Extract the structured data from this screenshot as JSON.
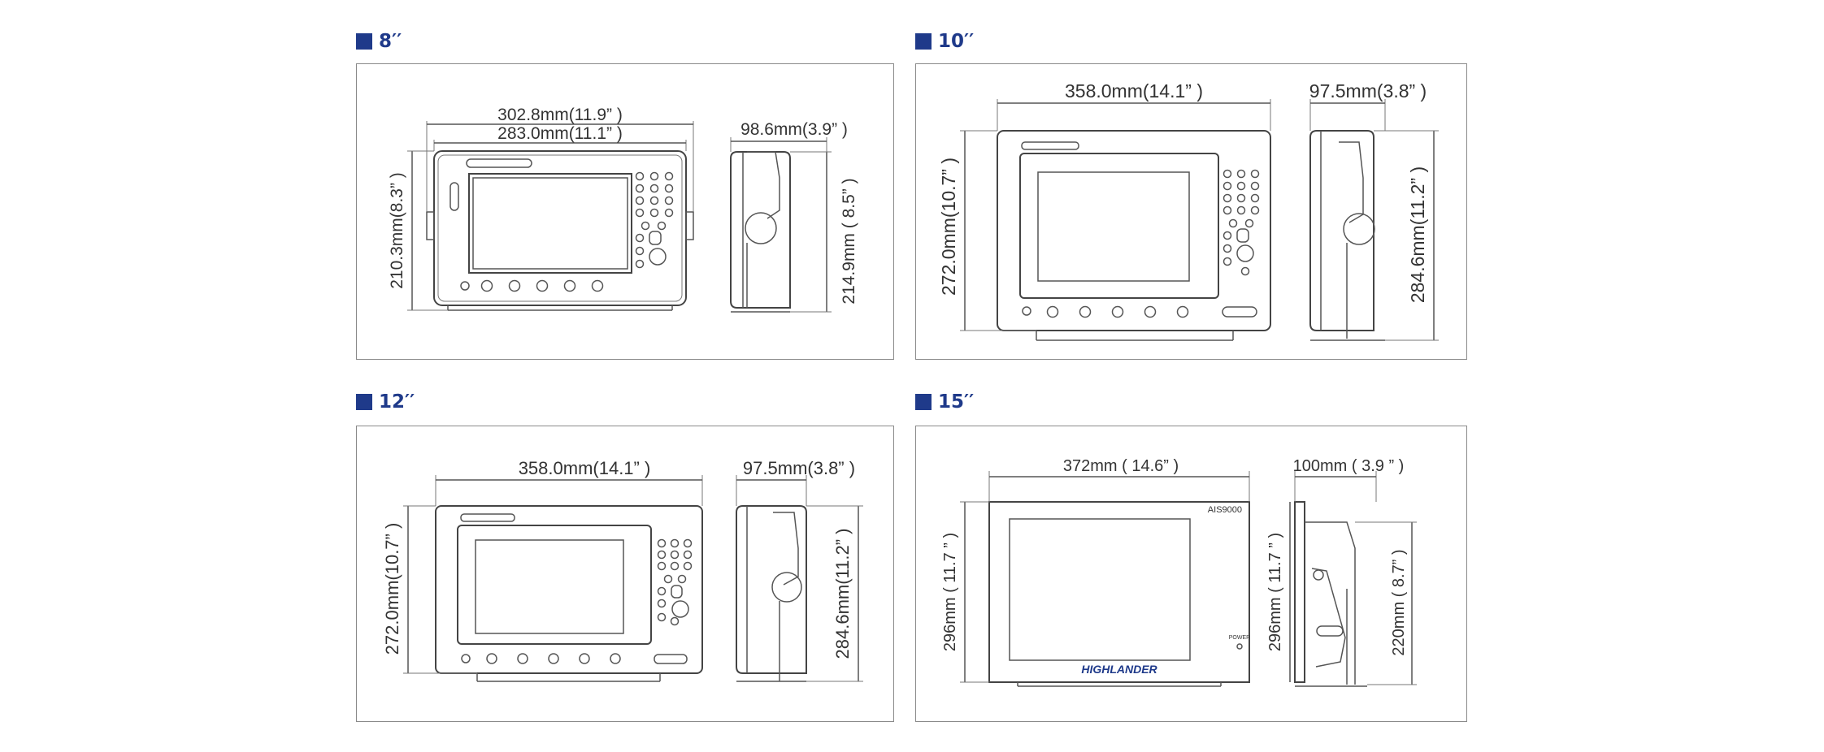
{
  "sections": [
    {
      "title": "8′′",
      "width_outer": "302.8mm(11.9”  )",
      "width_inner": "283.0mm(11.1”  )",
      "height_front": "210.3mm(8.3”  )",
      "depth": "98.6mm(3.9”  )",
      "height_side": "214.9mm ( 8.5”  )"
    },
    {
      "title": "10′′",
      "width": "358.0mm(14.1”  )",
      "depth": "97.5mm(3.8”  )",
      "height_front": "272.0mm(10.7”  )",
      "height_side": "284.6mm(11.2”  )"
    },
    {
      "title": "12′′",
      "width": "358.0mm(14.1”  )",
      "depth": "97.5mm(3.8”  )",
      "height_front": "272.0mm(10.7”  )",
      "height_side": "284.6mm(11.2”  )"
    },
    {
      "title": "15′′",
      "width": "372mm ( 14.6”  )",
      "depth": "100mm ( 3.9  ” )",
      "height_front": "296mm ( 11.7  ” )",
      "height_side_left": "296mm ( 11.7  ” )",
      "height_side_right": "220mm ( 8.7”  )",
      "model": "AIS9000",
      "power": "POWER",
      "brand": "HIGHLANDER"
    }
  ],
  "colors": {
    "accent": "#1f3a8a",
    "line": "#555555",
    "border": "#8a8a8a"
  }
}
